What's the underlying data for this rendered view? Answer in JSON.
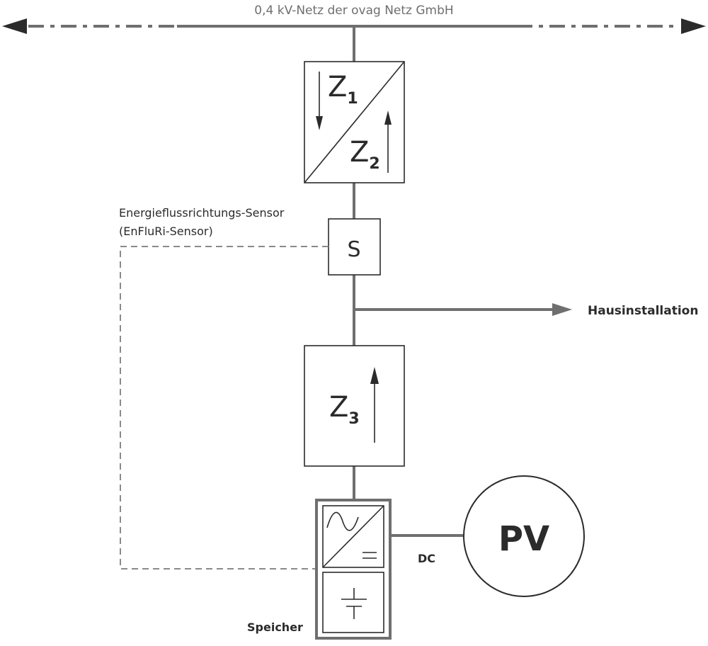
{
  "grid_label": "0,4 kV-Netz der ovag Netz GmbH",
  "meter_z1": {
    "letter": "Z",
    "index": "1"
  },
  "meter_z2": {
    "letter": "Z",
    "index": "2"
  },
  "meter_z3": {
    "letter": "Z",
    "index": "3"
  },
  "sensor": {
    "label_line1": "Energieflussrichtungs-Sensor",
    "label_line2": "(EnFluRi-Sensor)",
    "symbol": "S"
  },
  "house_label": "Hausinstallation",
  "dc_label": "DC",
  "pv_label": "PV",
  "storage_label": "Speicher",
  "colors": {
    "line": "#6f6f6f",
    "stroke": "#2b2b2b",
    "dashed": "#8a8a8a"
  }
}
